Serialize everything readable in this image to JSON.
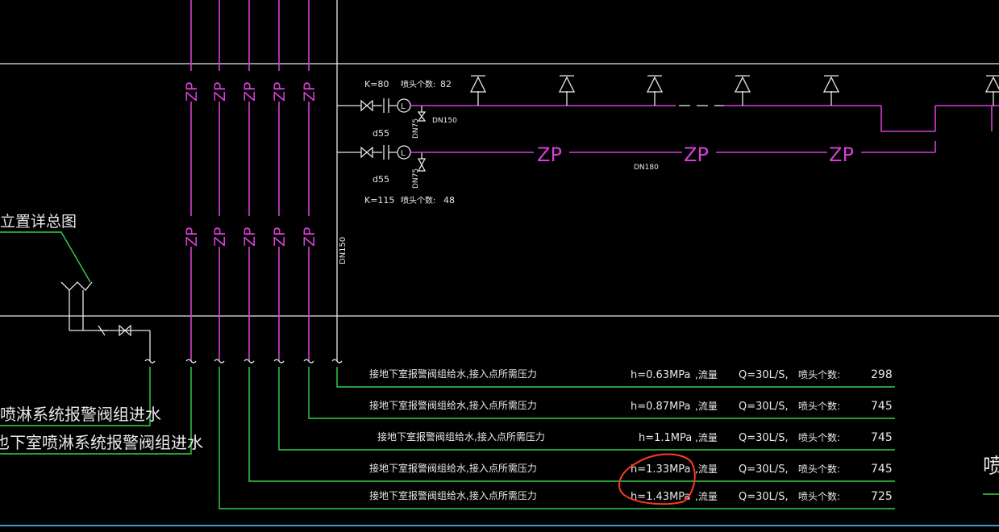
{
  "colors": {
    "background": "#000000",
    "pipe": "#d63fd6",
    "line": "#e8e8e8",
    "leader": "#35d24a",
    "markup": "#ff3b1f"
  },
  "pipe_tag": "ZP",
  "upper_branch": {
    "k_label": "K=80",
    "heads_label": "喷头个数:",
    "heads_value": "82",
    "size_main": "DN150",
    "size_valve": "DN75",
    "diameter": "d55"
  },
  "lower_branch": {
    "k_label": "K=115",
    "heads_label": "喷头个数:",
    "heads_value": "48",
    "size_main": "DN180",
    "size_valve": "DN75",
    "diameter": "d55"
  },
  "riser_size": "DN150",
  "left_labels": {
    "detail_ref": "立置详总图",
    "inlet_1": "喷淋系统报警阀组进水",
    "inlet_2": "也下室喷淋系统报警阀组进水"
  },
  "right_partial": "喷",
  "notes": [
    {
      "text": "接地下室报警阀组给水,接入点所需压力",
      "pressure": "h=0.63MPa",
      "flow_label": ",流量",
      "flow": "Q=30L/S,",
      "heads_label": "喷头个数:",
      "count": "298"
    },
    {
      "text": "接地下室报警阀组给水,接入点所需压力",
      "pressure": "h=0.87MPa",
      "flow_label": ",流量",
      "flow": "Q=30L/S,",
      "heads_label": "喷头个数:",
      "count": "745"
    },
    {
      "text": "接地下室报警阀组给水,接入点所需压力",
      "pressure": "h=1.1MPa",
      "flow_label": ",流量",
      "flow": "Q=30L/S,",
      "heads_label": "喷头个数:",
      "count": "745"
    },
    {
      "text": "接地下室报警阀组给水,接入点所需压力",
      "pressure": "h=1.33MPa",
      "flow_label": ",流量",
      "flow": "Q=30L/S,",
      "heads_label": "喷头个数:",
      "count": "745"
    },
    {
      "text": "接地下室报警阀组给水,接入点所需压力",
      "pressure": "h=1.43MPa",
      "flow_label": ",流量",
      "flow": "Q=30L/S,",
      "heads_label": "喷头个数:",
      "count": "725"
    }
  ]
}
